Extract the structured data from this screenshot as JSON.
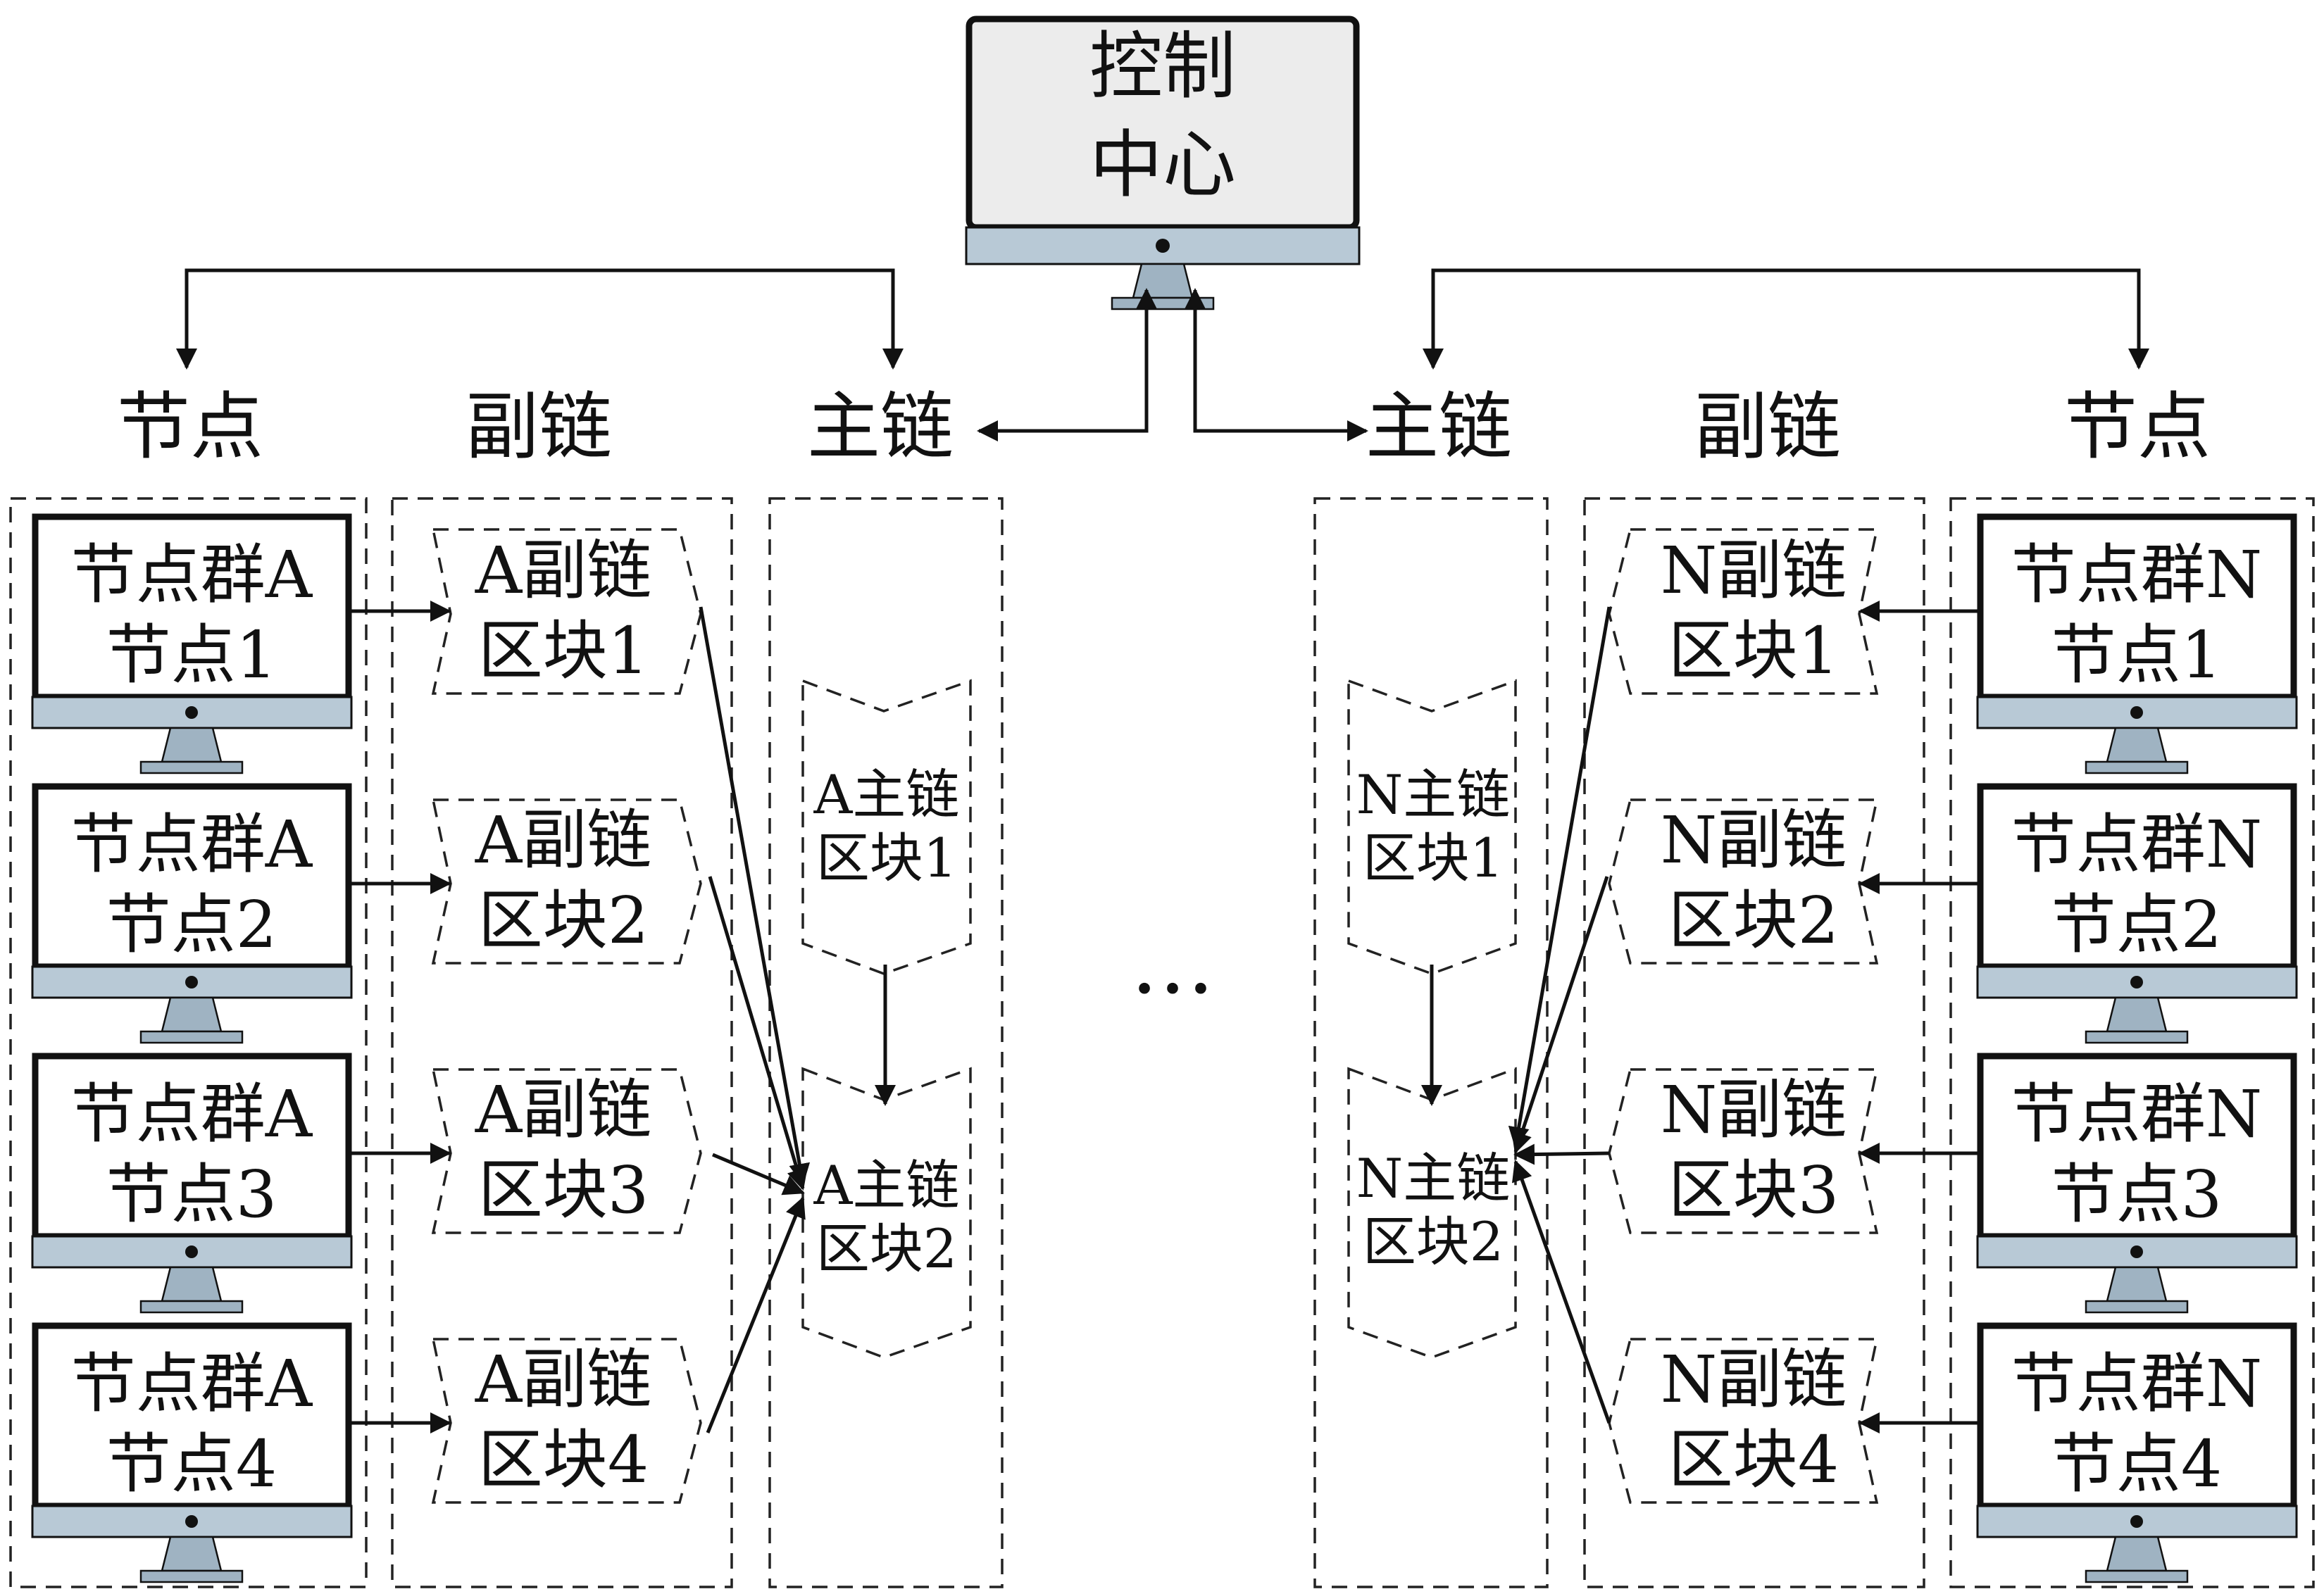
{
  "control_center": {
    "line1": "控制",
    "line2": "中心"
  },
  "left": {
    "col_nodes": "节点",
    "col_side": "副链",
    "col_main": "主链",
    "nodes": [
      {
        "line1": "节点群A",
        "line2": "节点1"
      },
      {
        "line1": "节点群A",
        "line2": "节点2"
      },
      {
        "line1": "节点群A",
        "line2": "节点3"
      },
      {
        "line1": "节点群A",
        "line2": "节点4"
      }
    ],
    "side_blocks": [
      {
        "line1": "A副链",
        "line2": "区块1"
      },
      {
        "line1": "A副链",
        "line2": "区块2"
      },
      {
        "line1": "A副链",
        "line2": "区块3"
      },
      {
        "line1": "A副链",
        "line2": "区块4"
      }
    ],
    "main_blocks": [
      {
        "line1": "A主链",
        "line2": "区块1"
      },
      {
        "line1": "A主链",
        "line2": "区块2"
      }
    ]
  },
  "right": {
    "col_nodes": "节点",
    "col_side": "副链",
    "col_main": "主链",
    "nodes": [
      {
        "line1": "节点群N",
        "line2": "节点1"
      },
      {
        "line1": "节点群N",
        "line2": "节点2"
      },
      {
        "line1": "节点群N",
        "line2": "节点3"
      },
      {
        "line1": "节点群N",
        "line2": "节点4"
      }
    ],
    "side_blocks": [
      {
        "line1": "N副链",
        "line2": "区块1"
      },
      {
        "line1": "N副链",
        "line2": "区块2"
      },
      {
        "line1": "N副链",
        "line2": "区块3"
      },
      {
        "line1": "N副链",
        "line2": "区块4"
      }
    ],
    "main_blocks": [
      {
        "line1": "N主链",
        "line2": "区块1"
      },
      {
        "line1": "N主链",
        "line2": "区块2"
      }
    ]
  },
  "ellipsis": "…",
  "colors": {
    "stroke": "#111111",
    "screen": "#ffffff",
    "control_screen": "#ececec",
    "bezel": "#b8c9d6",
    "stand": "#9fb3c2"
  },
  "icons": {
    "monitor": "desktop-monitor-icon"
  }
}
